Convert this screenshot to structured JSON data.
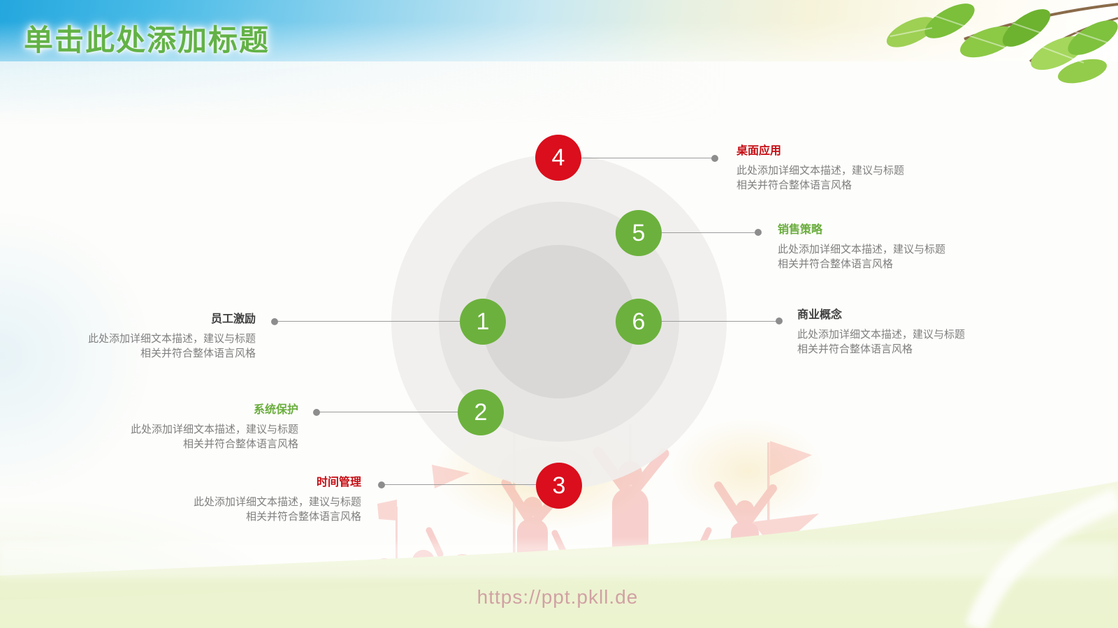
{
  "slide": {
    "title": "单击此处添加标题",
    "watermark": "https://ppt.pkll.de"
  },
  "description": {
    "line1": "此处添加详细文本描述，建议与标题",
    "line2": "相关并符合整体语言风格"
  },
  "items": [
    {
      "number": "1",
      "label": "员工激励",
      "node_color": "green",
      "label_color": "dark",
      "side": "left"
    },
    {
      "number": "2",
      "label": "系统保护",
      "node_color": "green",
      "label_color": "green",
      "side": "left"
    },
    {
      "number": "3",
      "label": "时间管理",
      "node_color": "red",
      "label_color": "red",
      "side": "left"
    },
    {
      "number": "4",
      "label": "桌面应用",
      "node_color": "red",
      "label_color": "red",
      "side": "right"
    },
    {
      "number": "5",
      "label": "销售策略",
      "node_color": "green",
      "label_color": "green",
      "side": "right"
    },
    {
      "number": "6",
      "label": "商业概念",
      "node_color": "green",
      "label_color": "dark",
      "side": "right"
    }
  ],
  "colors": {
    "node_green": "#6cb13d",
    "node_red": "#da0e1c",
    "label_green": "#6aad3d",
    "label_red": "#c50d14",
    "label_dark": "#3f3f3f",
    "desc_gray": "#7f7f7f",
    "title_green": "#63b247",
    "connector_gray": "#9c9c9c"
  }
}
